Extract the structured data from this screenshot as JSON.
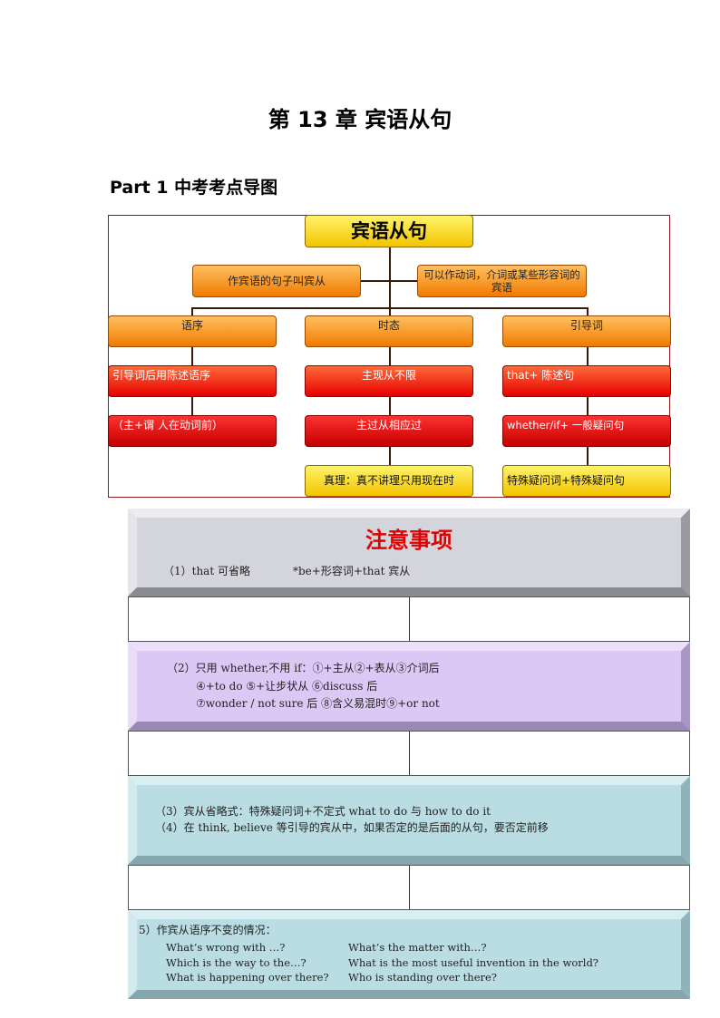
{
  "title": "第 13 章  宾语从句",
  "part_heading": "Part 1  中考考点导图",
  "mindmap": {
    "root": "宾语从句",
    "definition": "作宾语的句子叫宾从",
    "usage": "可以作动词，介词或某些形容词的宾语",
    "branches": [
      {
        "label": "语序",
        "items": [
          "引导词后用陈述语序",
          "（主+谓 人在动词前）"
        ]
      },
      {
        "label": "时态",
        "items": [
          "主现从不限",
          "主过从相应过",
          "真理：真不讲理只用现在时"
        ]
      },
      {
        "label": "引导词",
        "items": [
          "that+ 陈述句",
          "whether/if+ 一般疑问句",
          "特殊疑问词+特殊疑问句"
        ]
      }
    ]
  },
  "notice": {
    "title": "注意事项",
    "note1_a": "（1）that  可省略",
    "note1_b": "*be+形容词+that 宾从",
    "note2_lines": [
      "（2）只用 whether,不用 if：①+主从②+表从③介词后",
      "④+to do          ⑤+让步状从          ⑥discuss 后",
      "⑦wonder / not sure 后   ⑧含义易混时⑨+or not"
    ],
    "note3": "（3）宾从省略式：特殊疑问词+不定式      what to do 与 how to do it",
    "note4": "（4）在 think, believe 等引导的宾从中，如果否定的是后面的从句，要否定前移",
    "note5_title": "5）作宾从语序不变的情况：",
    "note5_left": [
      "What’s wrong with …?",
      "Which is the way to the…?",
      "What is happening over there?"
    ],
    "note5_right": [
      "What’s the matter with…?",
      "What is the most useful invention  in the world?",
      "Who is standing over there?"
    ]
  }
}
